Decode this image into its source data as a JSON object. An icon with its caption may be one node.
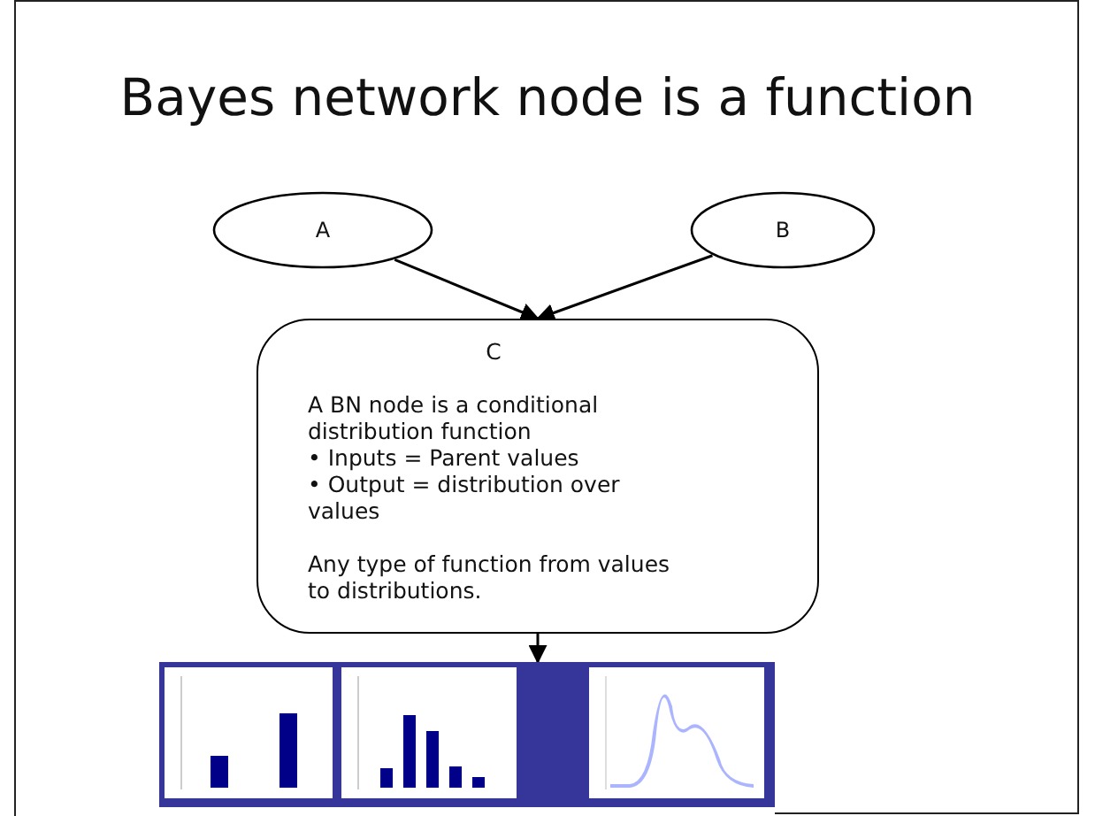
{
  "diagram": {
    "title": "Bayes network node is a function",
    "nodes": [
      {
        "text": [
          "A"
        ]
      },
      {
        "text": [
          "B"
        ]
      },
      {
        "text": [
          "C",
          "A BN node is a conditional distribution function",
          "• Inputs = Parent values",
          "• Output = distribution over values",
          "Any type of function from values to distributions."
        ]
      },
      {
        "text": [],
        "shape": "box"
      }
    ],
    "edges": [
      {
        "from": 0,
        "to": 2,
        "arrow": "to"
      },
      {
        "from": 1,
        "to": 2,
        "arrow": "to"
      },
      {
        "from": 2,
        "to": 3,
        "arrow": "to"
      }
    ]
  }
}
